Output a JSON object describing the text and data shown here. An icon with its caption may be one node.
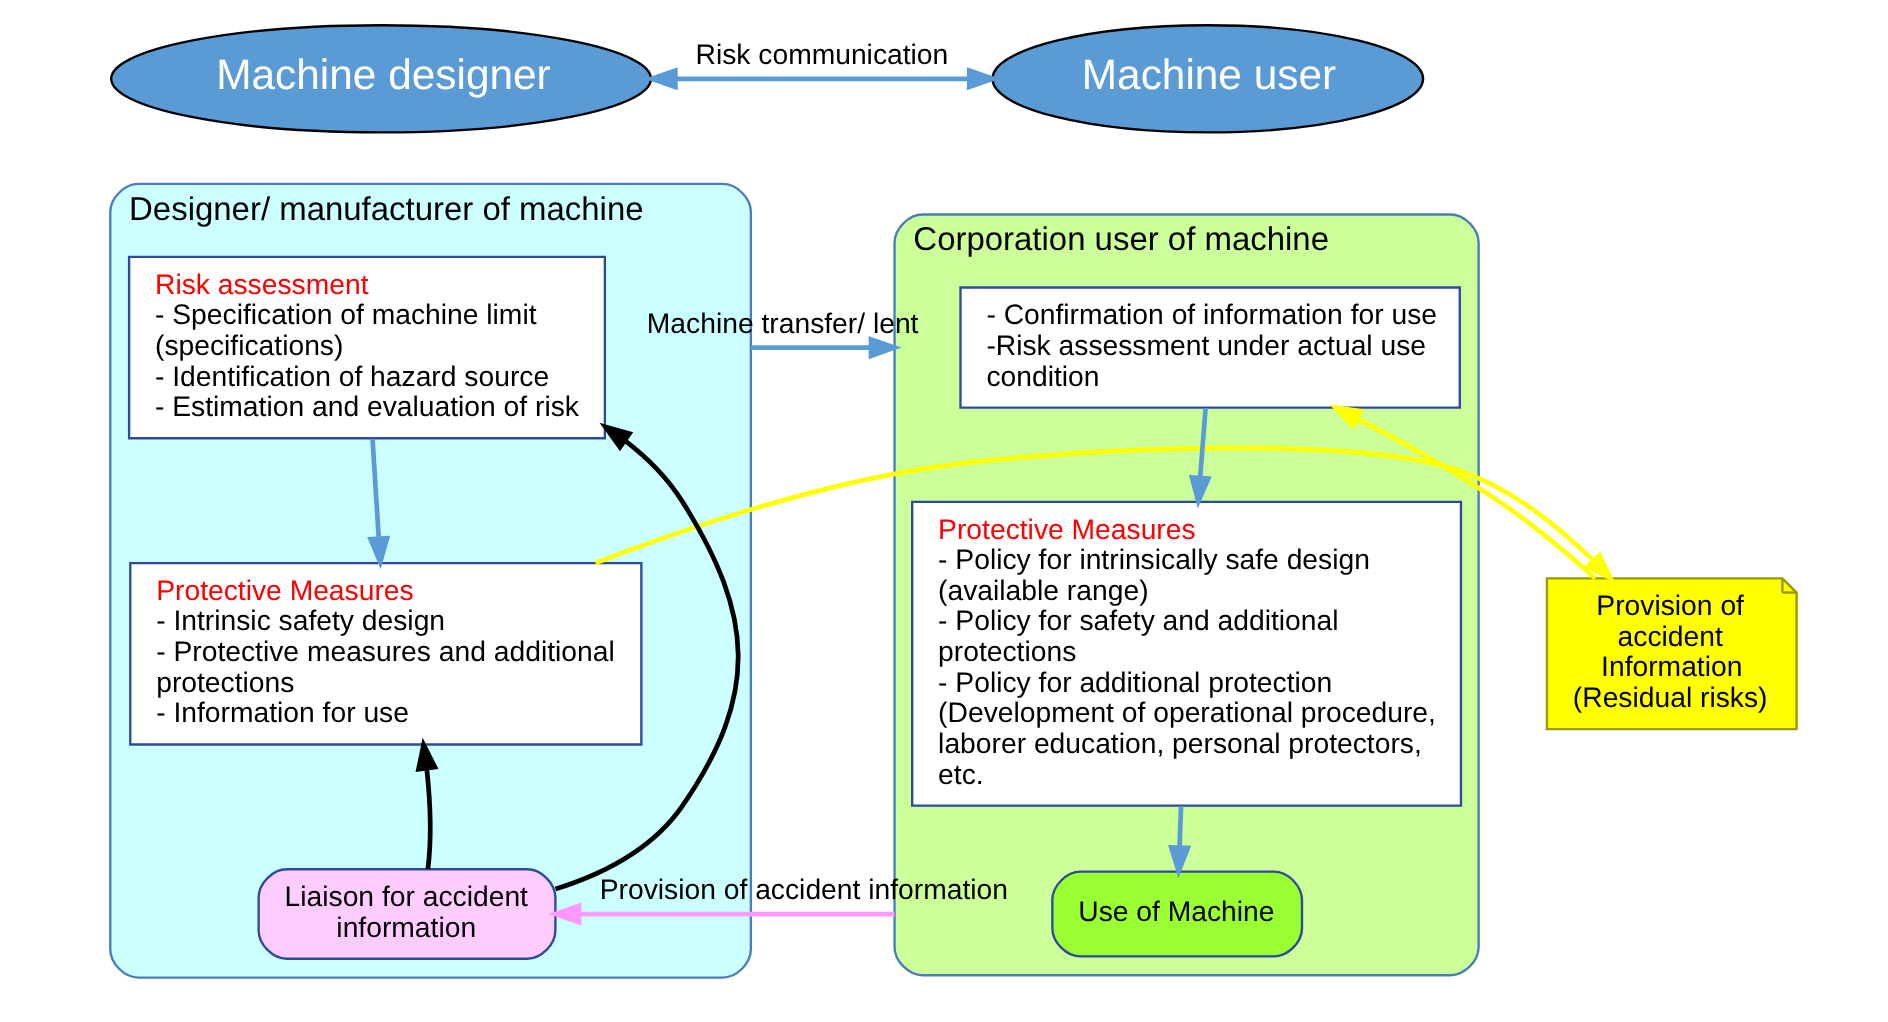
{
  "diagram": {
    "nodes": [
      {
        "text": [
          "Machine designer"
        ]
      },
      {
        "text": [
          "Machine user"
        ]
      },
      {
        "text": [
          "Designer/ manufacturer of machine"
        ]
      },
      {
        "text": [
          "Risk assessment",
          "- Specification of machine limit (specifications)",
          "- Identification of hazard source",
          "- Estimation and evaluation of risk"
        ],
        "in": 2
      },
      {
        "text": [
          "Protective Measures",
          "- Intrinsic safety design",
          "- Protective measures and additional protections",
          "- Information for use"
        ],
        "in": 2
      },
      {
        "text": [
          "Liaison for accident information"
        ],
        "in": 2
      },
      {
        "text": [
          "Provision of accident Information (Residual risks)"
        ]
      },
      {
        "text": [
          "Corporation user of machine"
        ]
      },
      {
        "text": [
          "- Confirmation of information for use",
          "-Risk assessment under actual use condition"
        ],
        "in": 7
      },
      {
        "text": [
          "Protective Measures",
          "- Policy for intrinsically safe design (available range)",
          "- Policy for safety and additional protections",
          "- Policy for additional protection (Development of operational procedure, laborer education, personal protectors, etc."
        ],
        "in": 7
      },
      {
        "text": [
          "Use of Machine"
        ],
        "in": 7
      }
    ],
    "edges": [
      {
        "from": 0,
        "to": 1,
        "arrow": "both",
        "label": "Risk communication"
      },
      {
        "from": 2,
        "to": 7,
        "arrow": "to",
        "label": "Machine transfer/ lent"
      },
      {
        "from": 3,
        "to": 4,
        "arrow": "to"
      },
      {
        "from": 4,
        "to": 6,
        "arrow": "to",
        "color": "#ffff00"
      },
      {
        "from": 6,
        "to": 8,
        "arrow": "to",
        "color": "#ffff00"
      },
      {
        "from": 8,
        "to": 9,
        "arrow": "to"
      },
      {
        "from": 9,
        "to": 10,
        "arrow": "to"
      },
      {
        "from": 7,
        "to": 5,
        "arrow": "to",
        "label": "Provision of accident information",
        "color": "#ff99ff"
      },
      {
        "from": 5,
        "to": 3,
        "arrow": "to",
        "color": "#000000"
      },
      {
        "from": 5,
        "to": 4,
        "arrow": "to",
        "color": "#000000"
      }
    ]
  }
}
